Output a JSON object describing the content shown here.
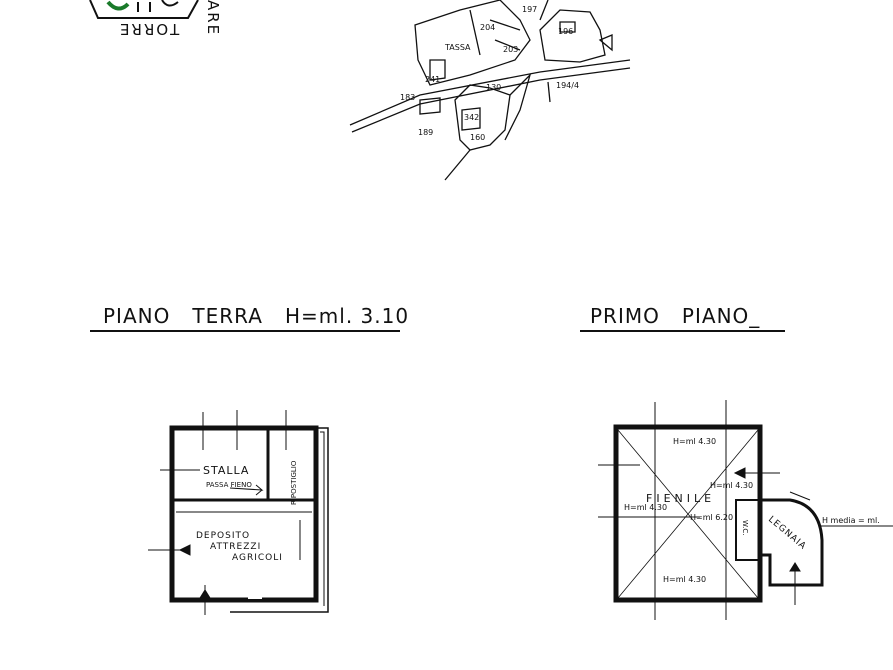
{
  "logo": {
    "text_torre": "TORRE",
    "text_are": "ARE"
  },
  "cadastral_map": {
    "parcels": [
      "196",
      "197",
      "204",
      "203",
      "TASSA",
      "194/4",
      "130",
      "183",
      "189",
      "241",
      "342",
      "160"
    ]
  },
  "ground_floor": {
    "title": "PIANO   TERRA   H=ml. 3.10",
    "rooms": {
      "stalla": "STALLA",
      "passa_fieno": "PASSA FIENO",
      "ripostiglio": "RIPOSTIGLIO",
      "deposito_1": "DEPOSITO",
      "deposito_2": "ATTREZZI",
      "deposito_3": "AGRICOLI"
    }
  },
  "first_floor": {
    "title": "PRIMO   PIANO_",
    "rooms": {
      "fienile": "FIENILE",
      "h_top": "H=ml 4.30",
      "h_right": "H=ml 4.30",
      "h_left": "H=ml 4.30",
      "h_center": "H=ml 6.20",
      "h_bottom": "H=ml 4.30",
      "wc": "W.C.",
      "legnaia": "LEGNAIA",
      "h_media": "H media = ml."
    }
  }
}
